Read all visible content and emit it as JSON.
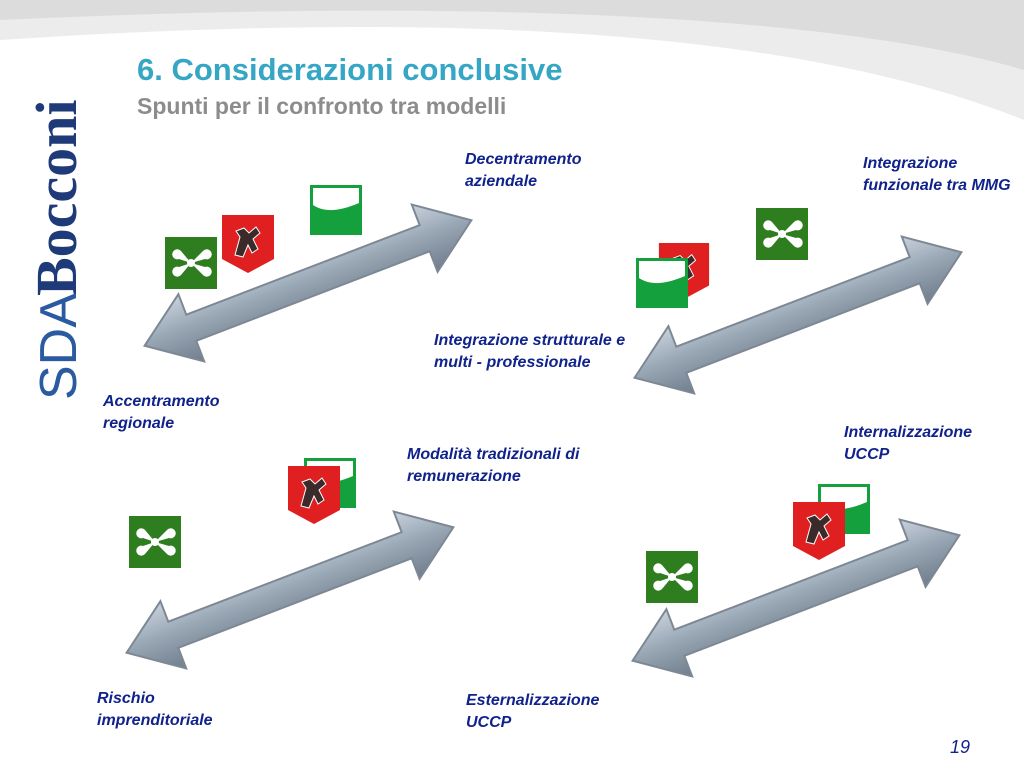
{
  "logo": {
    "brand": "SDA",
    "name": "Bocconi"
  },
  "title": "6. Considerazioni conclusive",
  "subtitle": "Spunti per il confronto tra modelli",
  "diagrams": [
    {
      "label_top": "Decentramento aziendale",
      "label_bottom": "Accentramento regionale"
    },
    {
      "label_top": "Integrazione funzionale tra MMG",
      "label_bottom": "Integrazione strutturale e multi - professionale"
    },
    {
      "label_top": "Modalità tradizionali di remunerazione",
      "label_bottom": "Rischio imprenditoriale"
    },
    {
      "label_top": "Internalizzazione UCCP",
      "label_bottom": "Esternalizzazione UCCP"
    }
  ],
  "flags": {
    "lombardia": "lombardia-flag-icon",
    "toscana": "toscana-flag-icon",
    "emilia": "emilia-romagna-flag-icon"
  },
  "colors": {
    "title": "#35a6c4",
    "label": "#10228c",
    "lombardia_green": "#2e7d1f",
    "toscana_red": "#e02020",
    "emilia_green": "#14a03c"
  },
  "page_number": "19"
}
